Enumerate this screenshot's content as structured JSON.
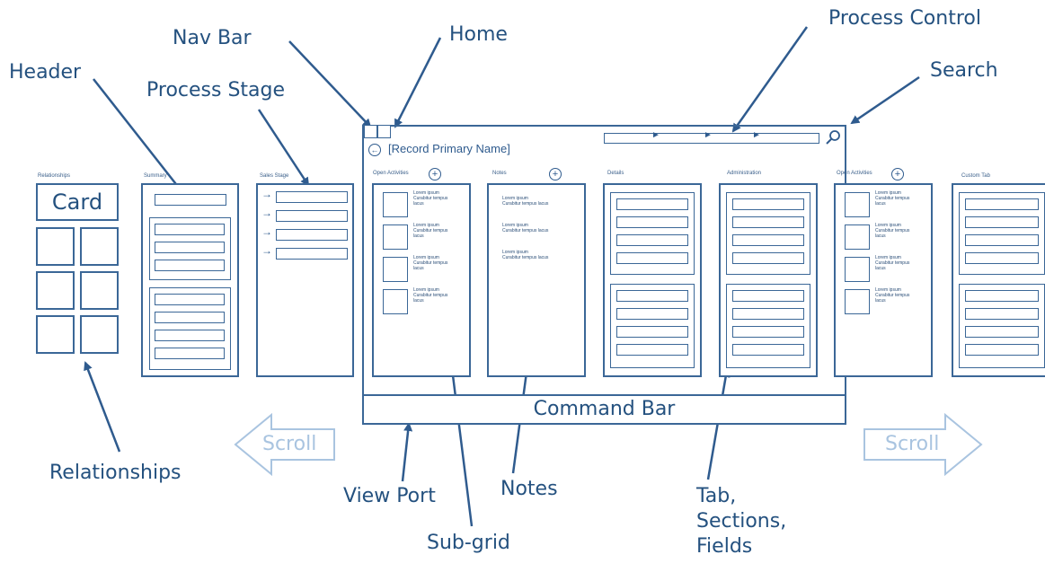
{
  "labels": {
    "header": "Header",
    "nav_bar": "Nav Bar",
    "home": "Home",
    "process_stage": "Process Stage",
    "process_control": "Process Control",
    "search": "Search",
    "relationships": "Relationships",
    "view_port": "View Port",
    "sub_grid": "Sub-grid",
    "notes": "Notes",
    "tab_sections_fields": [
      "Tab,",
      "Sections,",
      "Fields"
    ]
  },
  "panels": {
    "relationships_title": "Relationships",
    "card": "Card",
    "summary_title": "Summary",
    "sales_stage_title": "Sales Stage",
    "open_activities_title": "Open Activities",
    "notes_title": "Notes",
    "details_title": "Details",
    "administration_title": "Administration",
    "open_activities_right_title": "Open Activities",
    "custom_tab_title": "Custom Tab"
  },
  "record": {
    "primary_name": "[Record Primary Name]",
    "command_bar": "Command Bar"
  },
  "scroll": {
    "left": "Scroll",
    "right": "Scroll"
  },
  "activity_text": [
    "Lorem ipsum",
    "Curabitur tempus",
    "lacus"
  ],
  "note_text": [
    "Lorem ipsum",
    "Curabitur tempus lacus"
  ],
  "colors": {
    "line": "#3b6797",
    "label": "#24517f",
    "scroll_arrow": "#a9c4e0"
  }
}
